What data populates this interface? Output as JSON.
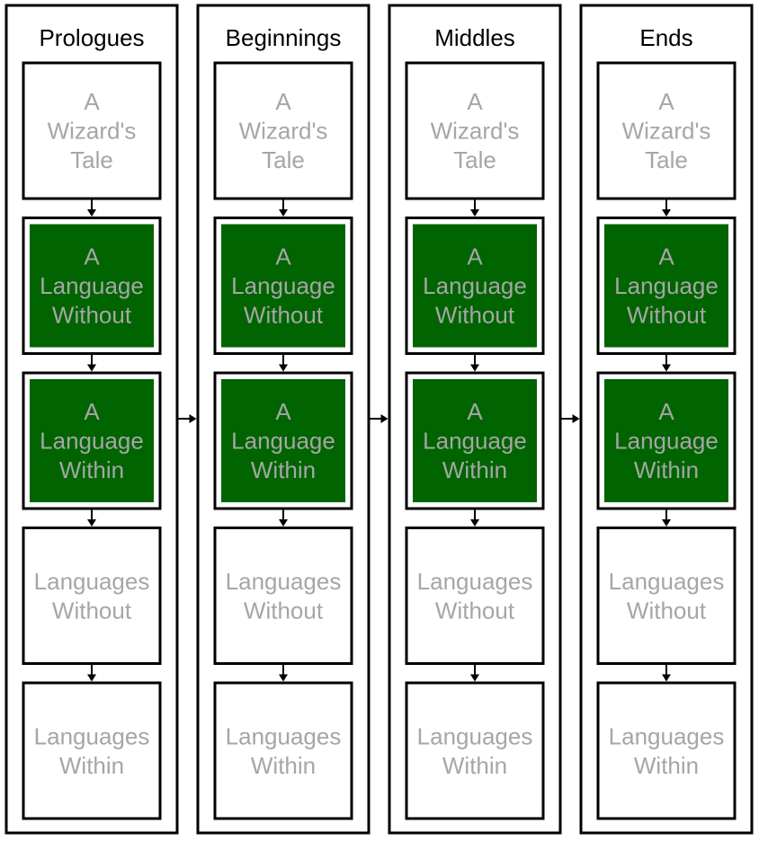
{
  "diagram": {
    "columns": [
      {
        "title": "Prologues",
        "boxes": [
          {
            "lines": [
              "A",
              "Wizard's",
              "Tale"
            ],
            "highlighted": false
          },
          {
            "lines": [
              "A",
              "Language",
              "Without"
            ],
            "highlighted": true
          },
          {
            "lines": [
              "A",
              "Language",
              "Within"
            ],
            "highlighted": true
          },
          {
            "lines": [
              "Languages",
              "Without"
            ],
            "highlighted": false
          },
          {
            "lines": [
              "Languages",
              "Within"
            ],
            "highlighted": false
          }
        ]
      },
      {
        "title": "Beginnings",
        "boxes": [
          {
            "lines": [
              "A",
              "Wizard's",
              "Tale"
            ],
            "highlighted": false
          },
          {
            "lines": [
              "A",
              "Language",
              "Without"
            ],
            "highlighted": true
          },
          {
            "lines": [
              "A",
              "Language",
              "Within"
            ],
            "highlighted": true
          },
          {
            "lines": [
              "Languages",
              "Without"
            ],
            "highlighted": false
          },
          {
            "lines": [
              "Languages",
              "Within"
            ],
            "highlighted": false
          }
        ]
      },
      {
        "title": "Middles",
        "boxes": [
          {
            "lines": [
              "A",
              "Wizard's",
              "Tale"
            ],
            "highlighted": false
          },
          {
            "lines": [
              "A",
              "Language",
              "Without"
            ],
            "highlighted": true
          },
          {
            "lines": [
              "A",
              "Language",
              "Within"
            ],
            "highlighted": true
          },
          {
            "lines": [
              "Languages",
              "Without"
            ],
            "highlighted": false
          },
          {
            "lines": [
              "Languages",
              "Within"
            ],
            "highlighted": false
          }
        ]
      },
      {
        "title": "Ends",
        "boxes": [
          {
            "lines": [
              "A",
              "Wizard's",
              "Tale"
            ],
            "highlighted": false
          },
          {
            "lines": [
              "A",
              "Language",
              "Without"
            ],
            "highlighted": true
          },
          {
            "lines": [
              "A",
              "Language",
              "Within"
            ],
            "highlighted": true
          },
          {
            "lines": [
              "Languages",
              "Without"
            ],
            "highlighted": false
          },
          {
            "lines": [
              "Languages",
              "Within"
            ],
            "highlighted": false
          }
        ]
      }
    ]
  },
  "colors": {
    "highlight_fill": "#006400",
    "text_gray": "#a6a6a6",
    "stroke": "#000000"
  }
}
